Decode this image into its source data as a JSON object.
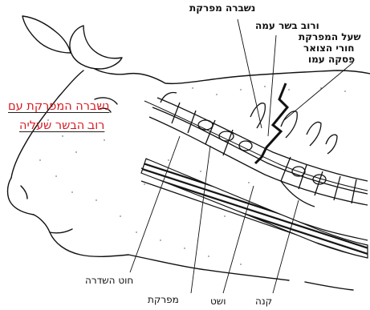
{
  "labels": {
    "broken_vertebra": "נשברה מפרקת",
    "most_flesh": "ורוב בשר עמה",
    "side_line1": "שעל המפרקת",
    "side_line2": "חורי הצואר",
    "side_line3": "פסקה עמו"
  },
  "caption": {
    "line1": "נשברה המפרקת עם",
    "line2": "רוב הבשר שעליה"
  },
  "bottom_labels": {
    "spinal_cord": "חוט השדרה",
    "vertebra": "מפרקת",
    "esophagus": "ושט",
    "trachea": "קנה"
  },
  "colors": {
    "caption_text": "#d71920",
    "line_art": "#111111"
  }
}
